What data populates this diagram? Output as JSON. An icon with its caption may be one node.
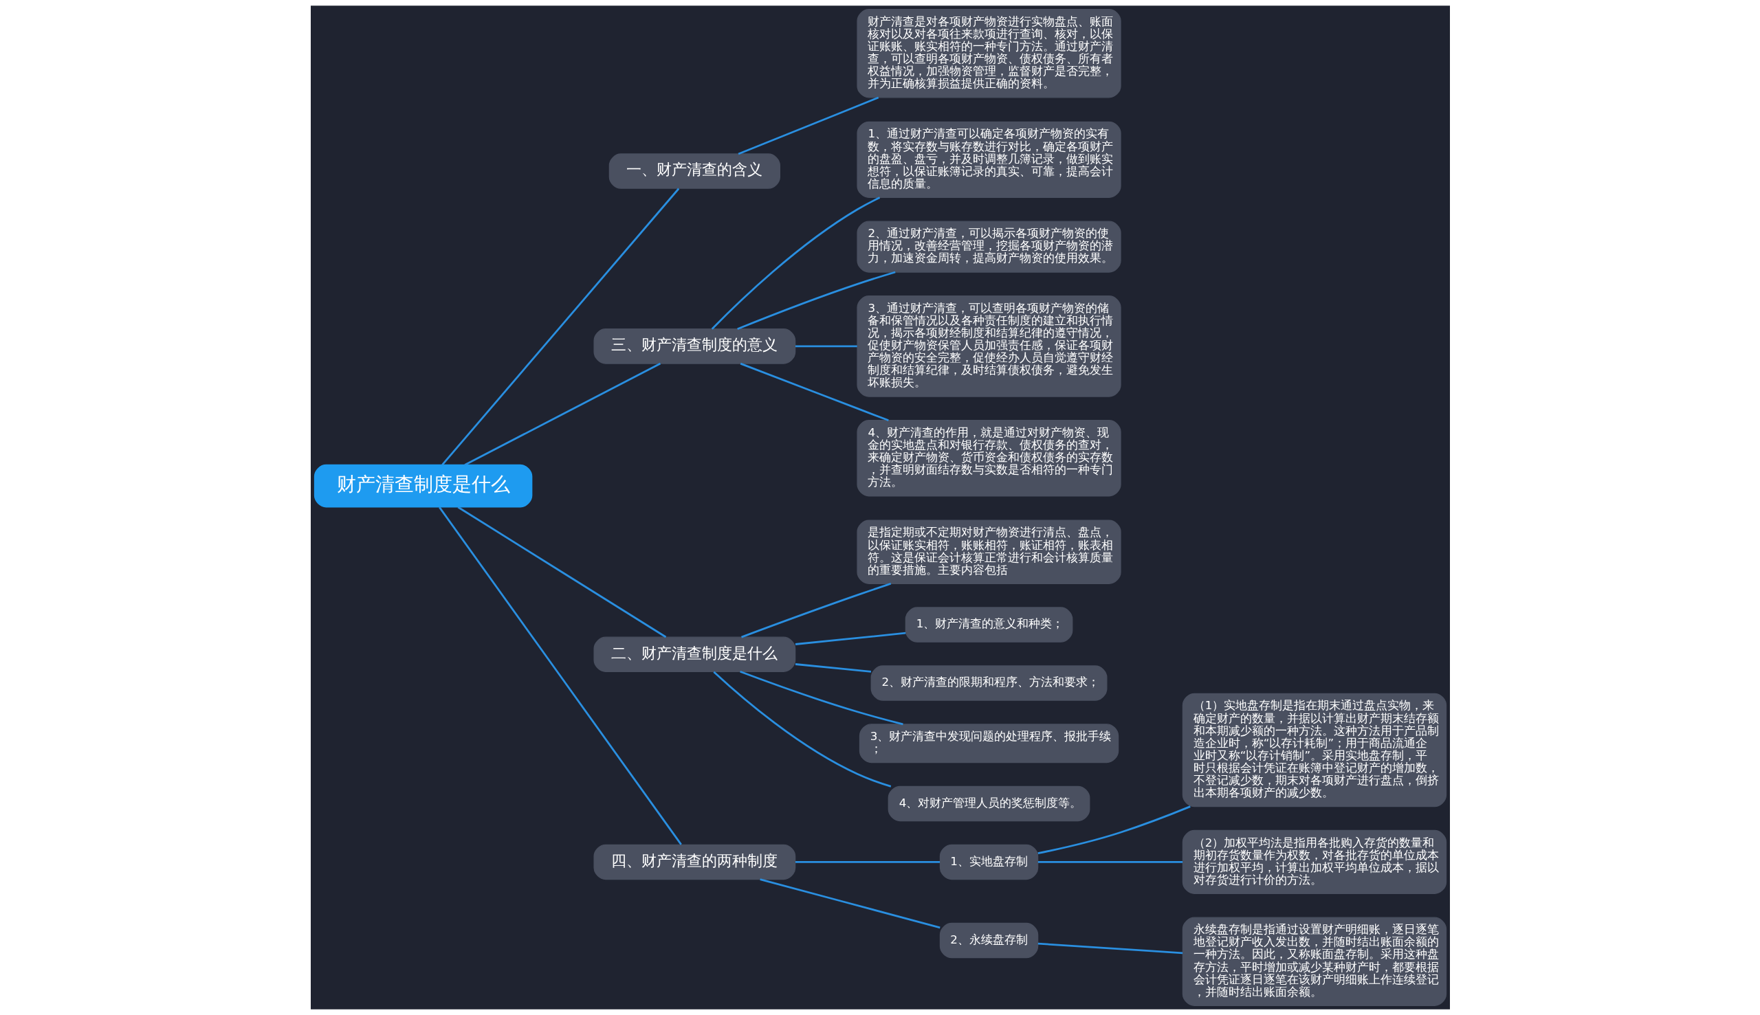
{
  "diagram": {
    "nodes": [
      {
        "text": [
          "财产清查制度是什么"
        ]
      },
      {
        "text": [
          "一、财产清查的含义"
        ]
      },
      {
        "text": [
          "财产清查是对各项财产物资进行实物盘点、账面核对以及对各项往来款项进行查询、核对，以保证账账、账实相符的一种专门方法。通过财产清查，可以查明各项财产物资、债权债务、所有者权益情况，加强物资管理，监督财产是否完整，并为正确核算损益提供正确的资料。"
        ]
      },
      {
        "text": [
          "三、财产清查制度的意义"
        ]
      },
      {
        "text": [
          "1、通过财产清查可以确定各项财产物资的实有数，将实存数与账存数进行对比，确定各项财产的盘盈、盘亏，并及时调整几簿记录，做到账实想符，以保证账簿记录的真实、可靠，提高会计信息的质量。"
        ]
      },
      {
        "text": [
          "2、通过财产清查，可以揭示各项财产物资的使用情况，改善经营管理，挖掘各项财产物资的潜力，加速资金周转，提高财产物资的使用效果。"
        ]
      },
      {
        "text": [
          "3、通过财产清查，可以查明各项财产物资的储备和保管情况以及各种责任制度的建立和执行情况，揭示各项财经制度和结算纪律的遵守情况，促使财产物资保管人员加强责任感，保证各项财产物资的安全完整，促使经办人员自觉遵守财经制度和结算纪律，及时结算债权债务，避免发生坏账损失。"
        ]
      },
      {
        "text": [
          "4、财产清查的作用，就是通过对财产物资、现金的实地盘点和对银行存款、债权债务的查对，来确定财产物资、货币资金和债权债务的实存数，并查明财面结存数与实数是否相符的一种专门方法。"
        ]
      },
      {
        "text": [
          "二、财产清查制度是什么"
        ]
      },
      {
        "text": [
          "是指定期或不定期对财产物资进行清点、盘点，以保证账实相符，账账相符，账证相符，账表相符。这是保证会计核算正常进行和会计核算质量的重要措施。主要内容包括"
        ]
      },
      {
        "text": [
          "1、财产清查的意义和种类；"
        ]
      },
      {
        "text": [
          "2、财产清查的限期和程序、方法和要求；"
        ]
      },
      {
        "text": [
          "3、财产清查中发现问题的处理程序、报批手续；"
        ]
      },
      {
        "text": [
          "4、对财产管理人员的奖惩制度等。"
        ]
      },
      {
        "text": [
          "四、财产清查的两种制度"
        ]
      },
      {
        "text": [
          "1、实地盘存制"
        ]
      },
      {
        "text": [
          "（1）实地盘存制是指在期末通过盘点实物，来确定财产的数量，并据以计算出财产期末结存额和本期减少额的一种方法。这种方法用于产品制造企业时，称“以存计耗制”；用于商品流通企业时又称“以存计销制”。采用实地盘存制，平时只根据会计凭证在账簿中登记财产的增加数，不登记减少数，期末对各项财产进行盘点，倒挤出本期各项财产的减少数。"
        ]
      },
      {
        "text": [
          "（2）加权平均法是指用各批购入存货的数量和期初存货数量作为权数，对各批存货的单位成本进行加权平均，计算出加权平均单位成本，据以对存货进行计价的方法。"
        ]
      },
      {
        "text": [
          "2、永续盘存制"
        ]
      },
      {
        "text": [
          "永续盘存制是指通过设置财产明细账，逐日逐笔地登记财产收入发出数，并随时结出账面余额的一种方法。因此，又称账面盘存制。采用这种盘存方法，平时增加或减少某种财产时，都要根据会计凭证逐日逐笔在该财产明细账上作连续登记，并随时结出账面余额。"
        ]
      }
    ],
    "edges": [
      {
        "from": 0,
        "to": 1,
        "arrow": "none"
      },
      {
        "from": 1,
        "to": 2,
        "arrow": "none"
      },
      {
        "from": 0,
        "to": 3,
        "arrow": "none"
      },
      {
        "from": 3,
        "to": 4,
        "arrow": "none"
      },
      {
        "from": 3,
        "to": 5,
        "arrow": "none"
      },
      {
        "from": 3,
        "to": 6,
        "arrow": "none"
      },
      {
        "from": 3,
        "to": 7,
        "arrow": "none"
      },
      {
        "from": 0,
        "to": 8,
        "arrow": "none"
      },
      {
        "from": 8,
        "to": 9,
        "arrow": "none"
      },
      {
        "from": 8,
        "to": 10,
        "arrow": "none"
      },
      {
        "from": 8,
        "to": 11,
        "arrow": "none"
      },
      {
        "from": 8,
        "to": 12,
        "arrow": "none"
      },
      {
        "from": 8,
        "to": 13,
        "arrow": "none"
      },
      {
        "from": 0,
        "to": 14,
        "arrow": "none"
      },
      {
        "from": 14,
        "to": 15,
        "arrow": "none"
      },
      {
        "from": 15,
        "to": 16,
        "arrow": "none"
      },
      {
        "from": 15,
        "to": 17,
        "arrow": "none"
      },
      {
        "from": 14,
        "to": 18,
        "arrow": "none"
      },
      {
        "from": 18,
        "to": 19,
        "arrow": "none"
      }
    ]
  }
}
